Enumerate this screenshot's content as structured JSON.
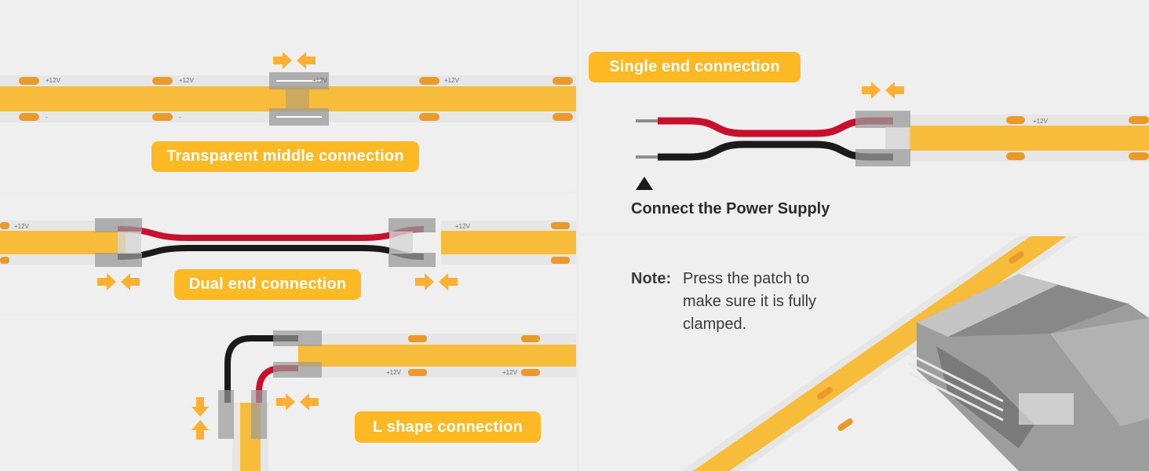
{
  "colors": {
    "accent": "#fdb924",
    "strip_yellow": "#f7bd3a",
    "strip_casing": "#e4e4e4",
    "pad_orange": "#e99a2a",
    "wire_red": "#c8102e",
    "wire_black": "#1a1a1a",
    "arrow": "#fbb033",
    "background": "#efefef"
  },
  "panels": {
    "middle": {
      "label": "Transparent middle connection"
    },
    "dual": {
      "label": "Dual end connection"
    },
    "l_shape": {
      "label": "L shape connection"
    },
    "single": {
      "label": "Single end connection",
      "power_caption": "Connect the Power Supply",
      "pointer_icon": "triangle-up-icon"
    },
    "note": {
      "label": "Note:",
      "lines": [
        "Press the patch to",
        "make sure it is fully",
        "clamped."
      ]
    }
  },
  "strip": {
    "plus_label": "+12V",
    "minus_label": "-"
  },
  "icons": [
    "arrow-right-icon",
    "arrow-left-icon",
    "arrow-down-icon",
    "arrow-up-icon",
    "crimping-plier-icon"
  ]
}
